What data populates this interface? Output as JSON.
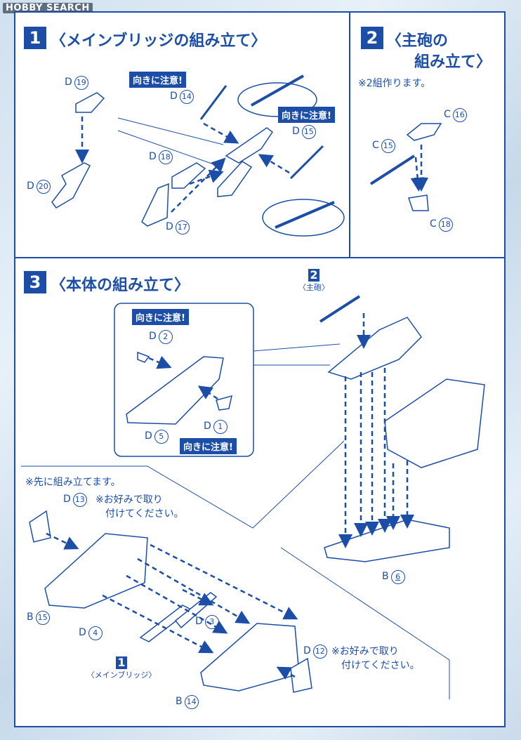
{
  "watermark": "HOBBY SEARCH",
  "steps": [
    {
      "number": "1",
      "title": "〈メインブリッジの組み立て〉"
    },
    {
      "number": "2",
      "title_line1": "〈主砲の",
      "title_line2": "組み立て〉"
    },
    {
      "number": "3",
      "title": "〈本体の組み立て〉"
    }
  ],
  "step2_note": "※2組作ります。",
  "caution": "向きに注意!",
  "prebuild_note": "※先に組み立てます。",
  "optional_note_1": "※お好みで取り",
  "optional_note_2": "付けてください。",
  "sub_ref_main_gun": {
    "number": "2",
    "label": "〈主砲〉"
  },
  "sub_ref_bridge": {
    "number": "1",
    "label": "〈メインブリッジ〉"
  },
  "parts": {
    "d19": {
      "letter": "D",
      "num": "19"
    },
    "d20": {
      "letter": "D",
      "num": "20"
    },
    "d14": {
      "letter": "D",
      "num": "14"
    },
    "d15": {
      "letter": "D",
      "num": "15"
    },
    "d18": {
      "letter": "D",
      "num": "18"
    },
    "d17": {
      "letter": "D",
      "num": "17"
    },
    "c16": {
      "letter": "C",
      "num": "16"
    },
    "c15": {
      "letter": "C",
      "num": "15"
    },
    "c18": {
      "letter": "C",
      "num": "18"
    },
    "d2": {
      "letter": "D",
      "num": "2"
    },
    "d1": {
      "letter": "D",
      "num": "1"
    },
    "d5": {
      "letter": "D",
      "num": "5"
    },
    "b6": {
      "letter": "B",
      "num": "6"
    },
    "d13": {
      "letter": "D",
      "num": "13"
    },
    "b15": {
      "letter": "B",
      "num": "15"
    },
    "d4": {
      "letter": "D",
      "num": "4"
    },
    "d3": {
      "letter": "D",
      "num": "3"
    },
    "d12": {
      "letter": "D",
      "num": "12"
    },
    "b14": {
      "letter": "B",
      "num": "14"
    }
  },
  "colors": {
    "ink": "#1c4ea8",
    "paper": "#ffffff",
    "background": "#d3e3f1"
  }
}
